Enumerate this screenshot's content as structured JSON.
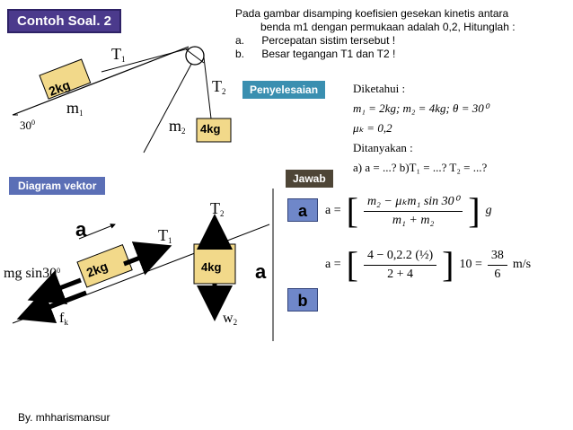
{
  "header": {
    "title": "Contoh Soal. 2"
  },
  "problem": {
    "line1": "Pada gambar disamping koefisien gesekan kinetis antara",
    "line2": "benda m1 dengan permukaan adalah 0,2, Hitunglah :",
    "item_a_label": "a.",
    "item_a": "Percepatan sistim tersebut !",
    "item_b_label": "b.",
    "item_b": "Besar tegangan T1 dan T2 !"
  },
  "figure1": {
    "block1_label": "2kg",
    "block2_label": "4kg",
    "t1": "T",
    "t1_sub": "1",
    "t2": "T",
    "t2_sub": "2",
    "m1": "m",
    "m1_sub": "1",
    "m2": "m",
    "m2_sub": "2",
    "angle": "30",
    "angle_sup": "0"
  },
  "solution": {
    "heading": "Penyelesaian",
    "known_label": "Diketahui :",
    "known_line1": "m₁ = 2kg; m₂ = 4kg; θ = 30⁰",
    "known_line2": "μₖ = 0,2",
    "asked_label": "Ditanyakan :",
    "asked_line": "a) a = ...?  b)T₁ = ...? T₂ = ...?"
  },
  "jawab": {
    "label": "Jawab",
    "box_a": "a",
    "box_b": "b",
    "eq1_lhs": "a =",
    "eq1_num": "m₂ − μₖm₁ sin 30⁰",
    "eq1_den": "m₁ + m₂",
    "eq1_tail": "g",
    "eq2_lhs": "a =",
    "eq2_num": "4 − 0,2.2 (½)",
    "eq2_den": "2 + 4",
    "eq2_mid": "10 =",
    "eq2_frac_num": "38",
    "eq2_frac_den": "6",
    "eq2_unit": "m/s"
  },
  "diagram": {
    "heading": "Diagram vektor",
    "accel_label": "a",
    "accel_label2": "a",
    "t1": "T",
    "t1_sub": "1",
    "t2": "T",
    "t2_sub": "2",
    "mg": "mg sin30",
    "mg_sup": "0",
    "fk": "f",
    "fk_sub": "k",
    "w2": "w",
    "w2_sub": "2",
    "block1_label": "2kg",
    "block2_label": "4kg"
  },
  "footer": {
    "author": "By. mhharismansur"
  }
}
